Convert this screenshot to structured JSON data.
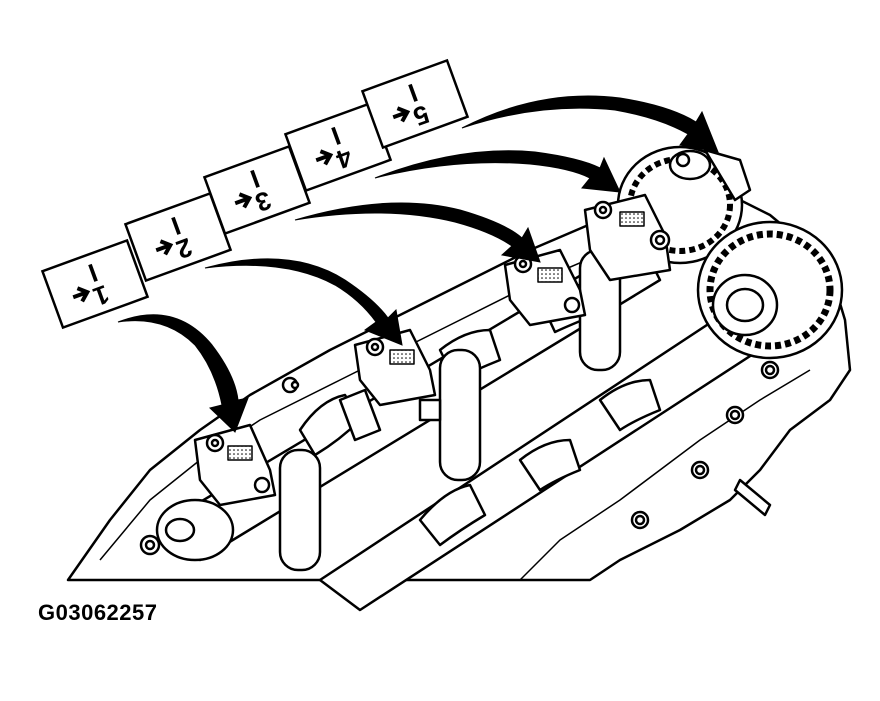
{
  "figure": {
    "id": "G03062257"
  },
  "tags": [
    {
      "number": "1",
      "prefix": "I"
    },
    {
      "number": "2",
      "prefix": "I"
    },
    {
      "number": "3",
      "prefix": "I"
    },
    {
      "number": "4",
      "prefix": "I"
    },
    {
      "number": "5",
      "prefix": "I"
    }
  ],
  "colors": {
    "ink": "#000000",
    "paper": "#ffffff"
  }
}
